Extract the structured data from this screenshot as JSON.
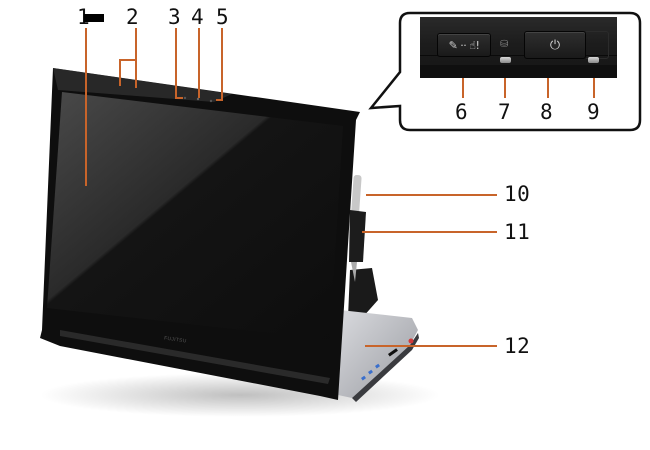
{
  "diagram": {
    "subject": "tablet with dock stand, front view",
    "brand_logo": "FUJITSU",
    "callout_color": "#c8642a",
    "callouts": [
      {
        "id": "1",
        "label": "1"
      },
      {
        "id": "2",
        "label": "2"
      },
      {
        "id": "3",
        "label": "3"
      },
      {
        "id": "4",
        "label": "4"
      },
      {
        "id": "5",
        "label": "5"
      },
      {
        "id": "6",
        "label": "6"
      },
      {
        "id": "7",
        "label": "7"
      },
      {
        "id": "8",
        "label": "8"
      },
      {
        "id": "9",
        "label": "9"
      },
      {
        "id": "10",
        "label": "10"
      },
      {
        "id": "11",
        "label": "11"
      },
      {
        "id": "12",
        "label": "12"
      }
    ],
    "inset": {
      "buttons": [
        {
          "name": "pen-touch-toggle-button",
          "icon": "pen-to-hand-icon",
          "glyph": "✎ ·· ☝!"
        },
        {
          "name": "power-button",
          "icon": "power-icon",
          "glyph": "⏻"
        }
      ],
      "indicator_icon": "battery-status-icon"
    }
  }
}
